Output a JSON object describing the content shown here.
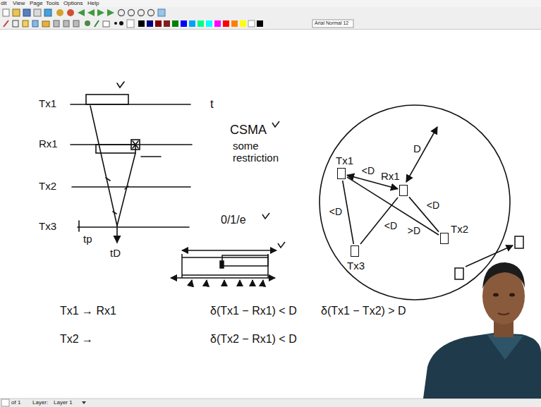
{
  "diagram": {
    "nodes": [
      {
        "text": [
          "Tx1"
        ]
      },
      {
        "text": [
          "Rx1"
        ]
      },
      {
        "text": [
          "Tx3"
        ]
      },
      {
        "text": [
          "Tx2"
        ]
      }
    ],
    "edges": [
      {
        "from": 0,
        "to": 1,
        "arrow": "both",
        "label": "<D"
      },
      {
        "from": 0,
        "to": 2,
        "arrow": "none",
        "label": "<D"
      },
      {
        "from": 2,
        "to": 1,
        "arrow": "none",
        "label": "<D"
      },
      {
        "from": 0,
        "to": 3,
        "arrow": "none",
        "label": ">D"
      },
      {
        "from": 1,
        "to": 3,
        "arrow": "none",
        "label": "<D"
      }
    ],
    "labels": [
      "dit",
      "View",
      "Page",
      "Tools",
      "Options",
      "Help",
      "Arial Normal 12",
      "Tx1",
      "Rx1",
      "Tx2",
      "Tx3",
      "t",
      "tp",
      "tD",
      "CSMA",
      "some restriction",
      "0/1/e",
      "D",
      "Tx1 → Rx1",
      "δ(Tx1 − Rx1) < D",
      "δ(Tx1 − Tx2) > D",
      "Tx2 →",
      "δ(Tx2 − Rx1) < D",
      "of 1",
      "Layer:",
      "Layer 1"
    ]
  }
}
